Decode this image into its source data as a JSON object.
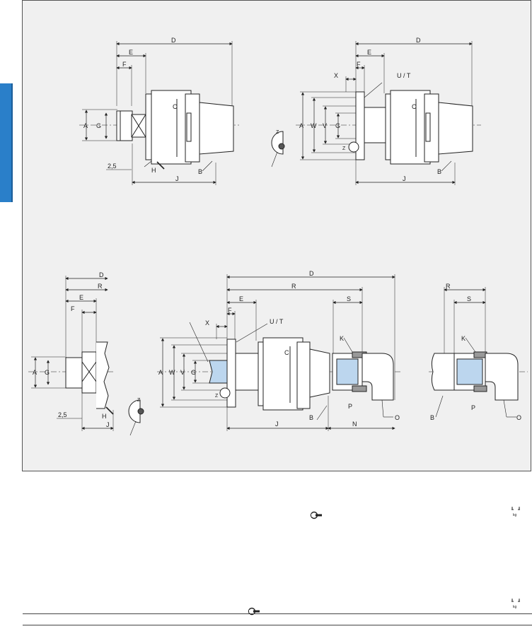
{
  "labels": {
    "D": "D",
    "E": "E",
    "F": "F",
    "A": "A",
    "G": "G",
    "C": "C",
    "H": "H",
    "J": "J",
    "B": "B",
    "X": "X",
    "UT": "U / T",
    "W": "W",
    "V": "V",
    "Z": "Z",
    "R": "R",
    "S": "S",
    "K": "K",
    "P": "P",
    "N": "N",
    "O": "O",
    "dim25": "2,5"
  },
  "icons": [
    "wrench-icon",
    "weight-kg-icon"
  ],
  "colors": {
    "accent": "#2a7fc9",
    "fill": "#bcd6ee",
    "panel": "#f0f0f0"
  }
}
